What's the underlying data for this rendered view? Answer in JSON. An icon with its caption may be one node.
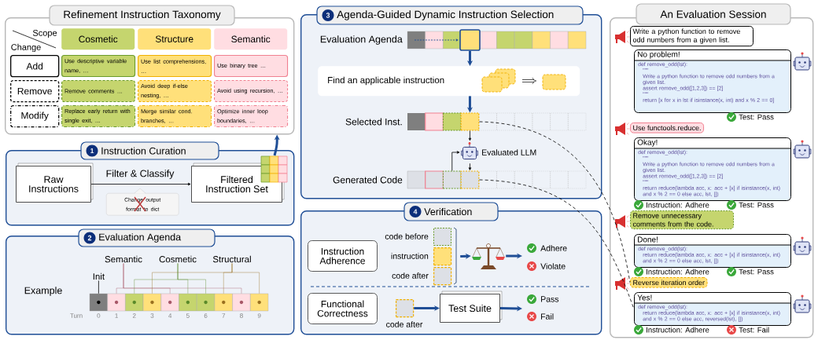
{
  "diagram": {
    "nodes": [
      {
        "text": [
          "Refinement Instruction Taxonomy"
        ]
      },
      {
        "text": [
          "Cosmetic"
        ],
        "in": 0
      },
      {
        "text": [
          "Structure"
        ],
        "in": 0
      },
      {
        "text": [
          "Semantic"
        ],
        "in": 0
      },
      {
        "text": [
          "Add"
        ],
        "in": 0
      },
      {
        "text": [
          "Use descriptive variable name, …"
        ],
        "in": 0
      },
      {
        "text": [
          "Use list comprehensions, …"
        ],
        "in": 0
      },
      {
        "text": [
          "Use binary tree …"
        ],
        "in": 0
      },
      {
        "text": [
          "Remove"
        ],
        "in": 0
      },
      {
        "text": [
          "Remove comments …"
        ],
        "in": 0
      },
      {
        "text": [
          "Avoid deep if-else nesting, …"
        ],
        "in": 0
      },
      {
        "text": [
          "Avoid using recursion, …"
        ],
        "in": 0
      },
      {
        "text": [
          "Modify"
        ],
        "in": 0
      },
      {
        "text": [
          "Replace early return with single exit, …"
        ],
        "in": 0
      },
      {
        "text": [
          "Merge similar cond. branches, …"
        ],
        "in": 0
      },
      {
        "text": [
          "Optimize inner loop boundaries, …"
        ],
        "in": 0
      },
      {
        "text": [
          "1",
          "Instruction Curation"
        ]
      },
      {
        "text": [
          "Raw Instructions"
        ],
        "in": 16
      },
      {
        "text": [
          "Filtered Instruction Set"
        ],
        "in": 16
      },
      {
        "text": [
          "Change output format to dict"
        ],
        "in": 16
      },
      {
        "text": [
          "2",
          "Evaluation Agenda"
        ]
      },
      {
        "text": [
          "Semantic"
        ],
        "in": 20
      },
      {
        "text": [
          "Cosmetic"
        ],
        "in": 20
      },
      {
        "text": [
          "Structural"
        ],
        "in": 20
      },
      {
        "text": [
          "Init"
        ],
        "in": 20
      },
      {
        "text": [],
        "shape": "box",
        "in": 20
      },
      {
        "text": [],
        "shape": "box",
        "in": 20
      },
      {
        "text": [],
        "shape": "box",
        "in": 20
      },
      {
        "text": [],
        "shape": "box",
        "in": 20
      },
      {
        "text": [],
        "shape": "box",
        "in": 20
      },
      {
        "text": [],
        "shape": "box",
        "in": 20
      },
      {
        "text": [],
        "shape": "box",
        "in": 20
      },
      {
        "text": [],
        "shape": "box",
        "in": 20
      },
      {
        "text": [],
        "shape": "box",
        "in": 20
      },
      {
        "text": [],
        "shape": "box",
        "in": 20
      },
      {
        "text": [
          "3",
          "Agenda-Guided Dynamic Instruction Selection"
        ]
      },
      {
        "text": [],
        "shape": "box",
        "in": 35
      },
      {
        "text": [
          "Find an applicable instruction"
        ],
        "in": 35
      },
      {
        "text": [],
        "shape": "box",
        "in": 35
      },
      {
        "text": [
          "Evaluated LLM"
        ],
        "in": 35
      },
      {
        "text": [],
        "shape": "box",
        "in": 35
      },
      {
        "text": [],
        "shape": "box",
        "in": 35
      },
      {
        "text": [
          "4",
          "Verification"
        ]
      },
      {
        "text": [
          "Instruction Adherence"
        ],
        "in": 42
      },
      {
        "text": [],
        "shape": "box",
        "beside": [
          "code before"
        ],
        "in": 42
      },
      {
        "text": [],
        "shape": "box",
        "beside": [
          "instruction"
        ],
        "in": 42
      },
      {
        "text": [],
        "shape": "box",
        "beside": [
          "code after"
        ],
        "in": 42
      },
      {
        "text": [],
        "shape": "scale",
        "in": 42
      },
      {
        "text": [
          "Functional Correctness"
        ],
        "in": 42
      },
      {
        "text": [],
        "shape": "box",
        "beside": [
          "code after"
        ],
        "in": 42
      },
      {
        "text": [
          "Test Suite"
        ],
        "in": 42
      },
      {
        "text": [
          "An Evaluation Session"
        ]
      },
      {
        "text": [
          "Write a python function to remove odd numbers from a given list."
        ],
        "in": 51
      },
      {
        "text": [
          "No problem!",
          "def remove_odd(lst):",
          "\"\"\"",
          "Write a python function to remove odd numbers from a given list.",
          "assert remove_odd([1,2,3]) == [2]",
          "\"\"\"",
          "return [x for x in lst if isinstance(x, int) and x % 2 == 0]"
        ],
        "beside": [
          "Test: Pass"
        ],
        "in": 51
      },
      {
        "text": [
          "Use functools.reduce."
        ],
        "in": 51
      },
      {
        "text": [
          "Okay!",
          "def remove_odd(lst):",
          "\"\"\"",
          "Write a python function to remove odd numbers from a given list.",
          "assert remove_odd([1,2,3]) == [2]",
          "\"\"\"",
          "return reduce(lambda acc, x: acc + [x] if isinstance(x, int) and x % 2 == 0 else acc, lst, [])"
        ],
        "beside": [
          "Instruction: Adhere",
          "Test: Pass"
        ],
        "in": 51
      },
      {
        "text": [
          "Remove unnecessary comments from the code."
        ],
        "in": 51
      },
      {
        "text": [
          "Done!",
          "def remove_odd(lst):",
          "return reduce(lambda acc, x: acc + [x] if isinstance(x, int) and x % 2 == 0 else acc, lst, [])"
        ],
        "beside": [
          "Instruction: Adhere",
          "Test: Pass"
        ],
        "in": 51
      },
      {
        "text": [
          "Reverse iteration order"
        ],
        "in": 51
      },
      {
        "text": [
          "Yes!",
          "def remove_odd(lst):",
          "return reduce(lambda acc, x: acc + [x] if isinstance(x, int) and x % 2 == 0 else acc, reversed(lst), [])"
        ],
        "beside": [
          "Instruction: Adhere",
          "Test: Fail"
        ],
        "in": 51
      }
    ],
    "edges": [
      {
        "from": 17,
        "to": 18,
        "arrow": "to",
        "label": "Filter & Classify"
      },
      {
        "from": 18,
        "to": 0,
        "arrow": "to",
        "style": "thick",
        "color": "#1f4e96"
      },
      {
        "from": 24,
        "to": 25,
        "arrow": "none"
      },
      {
        "from": 21,
        "to": 26,
        "arrow": "none",
        "color": "#a85868"
      },
      {
        "from": 21,
        "to": 29,
        "arrow": "none",
        "color": "#a85868"
      },
      {
        "from": 21,
        "to": 33,
        "arrow": "none",
        "color": "#a85868"
      },
      {
        "from": 22,
        "to": 27,
        "arrow": "none",
        "color": "#5a8a2a"
      },
      {
        "from": 22,
        "to": 30,
        "arrow": "none",
        "color": "#5a8a2a"
      },
      {
        "from": 22,
        "to": 31,
        "arrow": "none",
        "color": "#5a8a2a"
      },
      {
        "from": 23,
        "to": 28,
        "arrow": "none",
        "color": "#9a7020"
      },
      {
        "from": 23,
        "to": 32,
        "arrow": "none",
        "color": "#9a7020"
      },
      {
        "from": 23,
        "to": 34,
        "arrow": "none",
        "color": "#9a7020"
      },
      {
        "from": 36,
        "to": 37,
        "arrow": "to",
        "style": "thick",
        "color": "#1f4e96"
      },
      {
        "from": 37,
        "to": 38,
        "arrow": "to",
        "style": "thick",
        "color": "#1f4e96"
      },
      {
        "from": 38,
        "to": 39,
        "arrow": "to"
      },
      {
        "from": 40,
        "to": 39,
        "arrow": "to"
      },
      {
        "from": 39,
        "to": 41,
        "arrow": "to"
      },
      {
        "from": 38,
        "to": 58,
        "arrow": "none",
        "style": "dashed"
      },
      {
        "from": 41,
        "to": 59,
        "arrow": "none",
        "style": "dashed"
      },
      {
        "from": 45,
        "to": 47,
        "arrow": "to",
        "style": "thick",
        "color": "#1f4e96"
      },
      {
        "from": 47,
        "to": null,
        "arrow": "to",
        "style": "thick",
        "color": "#1f4e96"
      },
      {
        "from": 49,
        "to": 50,
        "arrow": "to",
        "style": "thick",
        "color": "#1f4e96"
      },
      {
        "from": 50,
        "to": null,
        "arrow": "to",
        "style": "thick",
        "color": "#1f4e96"
      }
    ],
    "labels": [
      "Scope",
      "Change",
      "Example",
      "Turn",
      "0",
      "1",
      "2",
      "3",
      "4",
      "5",
      "6",
      "7",
      "8",
      "9",
      "Evaluation Agenda",
      "Selected Inst.",
      "Generated Code",
      "Adhere",
      "Violate",
      "Pass",
      "Fail"
    ]
  }
}
